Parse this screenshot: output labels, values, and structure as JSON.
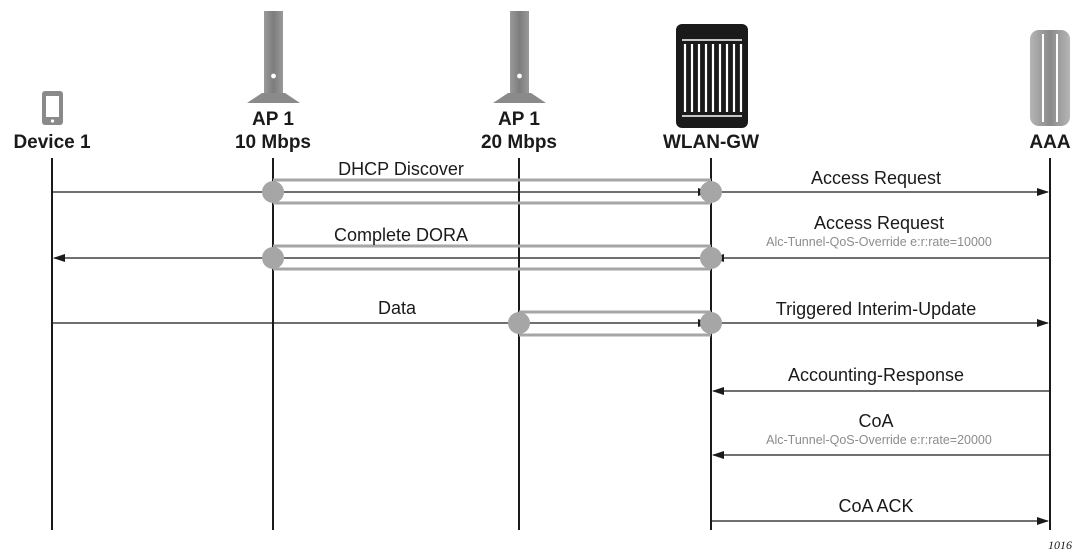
{
  "nodes": [
    {
      "id": "device1",
      "icon": "phone-icon",
      "label_lines": [
        "Device 1"
      ]
    },
    {
      "id": "ap1a",
      "icon": "access-point-icon",
      "label_lines": [
        "AP 1",
        "10 Mbps"
      ]
    },
    {
      "id": "ap1b",
      "icon": "access-point-icon",
      "label_lines": [
        "AP 1",
        "20 Mbps"
      ]
    },
    {
      "id": "wlangw",
      "icon": "gateway-chassis-icon",
      "label_lines": [
        "WLAN-GW"
      ]
    },
    {
      "id": "aaa",
      "icon": "aaa-server-icon",
      "label_lines": [
        "AAA"
      ]
    }
  ],
  "messages": [
    {
      "id": "dhcp-discover",
      "label": "DHCP Discover",
      "from": "device1",
      "to": "wlangw"
    },
    {
      "id": "access-request-1",
      "label": "Access Request",
      "from": "wlangw",
      "to": "aaa"
    },
    {
      "id": "access-request-2",
      "label": "Access Request",
      "attribute": "Alc-Tunnel-QoS-Override e:r:rate=10000",
      "from": "aaa",
      "to": "wlangw"
    },
    {
      "id": "complete-dora",
      "label": "Complete DORA",
      "from": "wlangw",
      "to": "device1"
    },
    {
      "id": "data",
      "label": "Data",
      "from": "device1",
      "to": "wlangw"
    },
    {
      "id": "triggered-interim-update",
      "label": "Triggered Interim-Update",
      "from": "wlangw",
      "to": "aaa"
    },
    {
      "id": "accounting-response",
      "label": "Accounting-Response",
      "from": "aaa",
      "to": "wlangw"
    },
    {
      "id": "coa",
      "label": "CoA",
      "attribute": "Alc-Tunnel-QoS-Override e:r:rate=20000",
      "from": "aaa",
      "to": "wlangw"
    },
    {
      "id": "coa-ack",
      "label": "CoA ACK",
      "from": "wlangw",
      "to": "aaa"
    }
  ],
  "tunnels": [
    {
      "id": "tunnel-ap1a-gw-1",
      "from": "ap1a",
      "to": "wlangw"
    },
    {
      "id": "tunnel-ap1a-gw-2",
      "from": "ap1a",
      "to": "wlangw"
    },
    {
      "id": "tunnel-ap1b-gw",
      "from": "ap1b",
      "to": "wlangw"
    }
  ],
  "figure_id": "1016",
  "colors": {
    "line": "#1a1a1a",
    "tunnel": "#a6a6a6",
    "attribute_text": "#8c8c8c",
    "icon_dark": "#1a1a1a",
    "icon_gray": "#8a8a8a"
  }
}
